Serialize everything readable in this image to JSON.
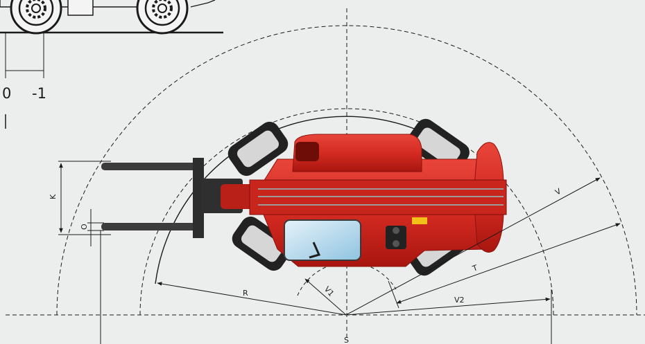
{
  "labels": {
    "zero": "0",
    "minus_one": "-1",
    "k": "K",
    "o": "O",
    "r": "R",
    "v1": "V1",
    "v": "V",
    "t": "T",
    "v2": "V2",
    "s": "S"
  },
  "colors": {
    "background": "#eceeed",
    "machine_body": "#d42b22",
    "machine_dark": "#9c1712",
    "tyre": "#222222",
    "forks": "#3c3c3c",
    "cab_glass": "#b9dcee",
    "lines": "#1a1a1a"
  }
}
